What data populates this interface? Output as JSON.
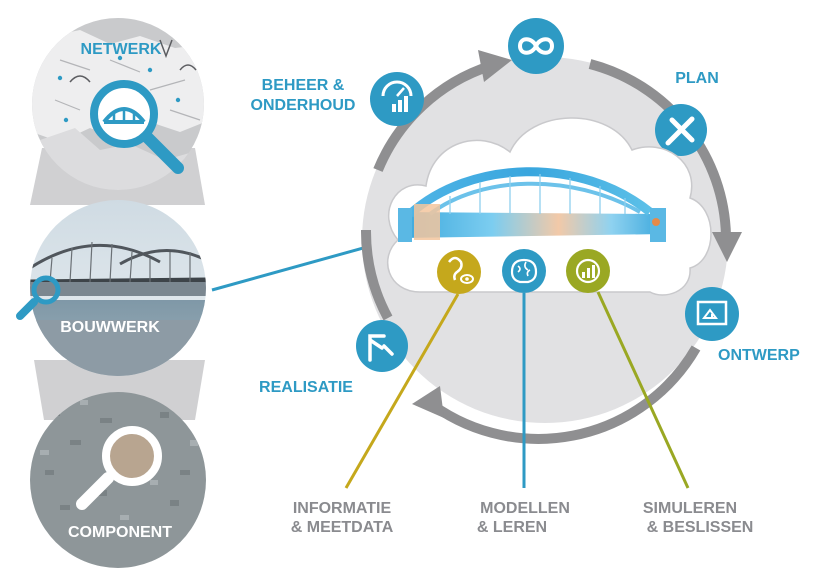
{
  "colors": {
    "teal": "#2e9ac4",
    "teal_dark": "#1f7da3",
    "gold": "#c5a81c",
    "olive": "#9aa823",
    "grey_arrow": "#8f8f91",
    "grey_circle": "#e1e1e3",
    "label_teal": "#2e9ac4",
    "label_grey": "#8a8b8f",
    "white": "#ffffff"
  },
  "scales": {
    "network": {
      "label": "NETWERK",
      "icon": "magnifier-bridge-icon"
    },
    "structure": {
      "label": "BOUWWERK",
      "icon": "magnifier-icon"
    },
    "component": {
      "label": "COMPONENT",
      "icon": "magnifier-icon"
    }
  },
  "lifecycle": {
    "plan": {
      "label": "PLAN",
      "icon": "pencil-ruler-icon"
    },
    "design": {
      "label": "ONTWERP",
      "icon": "blueprint-icon"
    },
    "construction": {
      "label": "REALISATIE",
      "icon": "crane-wrench-icon"
    },
    "maintenance": {
      "label_line1": "BEHEER &",
      "label_line2": "ONDERHOUD",
      "icon": "gauge-chart-icon"
    },
    "top": {
      "icon": "infinity-icon"
    }
  },
  "cloud": {
    "bridge": "bridge-model-icon",
    "capabilities": [
      {
        "icon": "ear-eye-icon",
        "color": "#c5a81c",
        "label_line1": "INFORMATIE",
        "label_line2": "& MEETDATA"
      },
      {
        "icon": "brain-icon",
        "color": "#2e9ac4",
        "label_line1": "MODELLEN",
        "label_line2": "& LEREN"
      },
      {
        "icon": "brain-chart-icon",
        "color": "#9aa823",
        "label_line1": "SIMULEREN",
        "label_line2": "& BESLISSEN"
      }
    ]
  }
}
